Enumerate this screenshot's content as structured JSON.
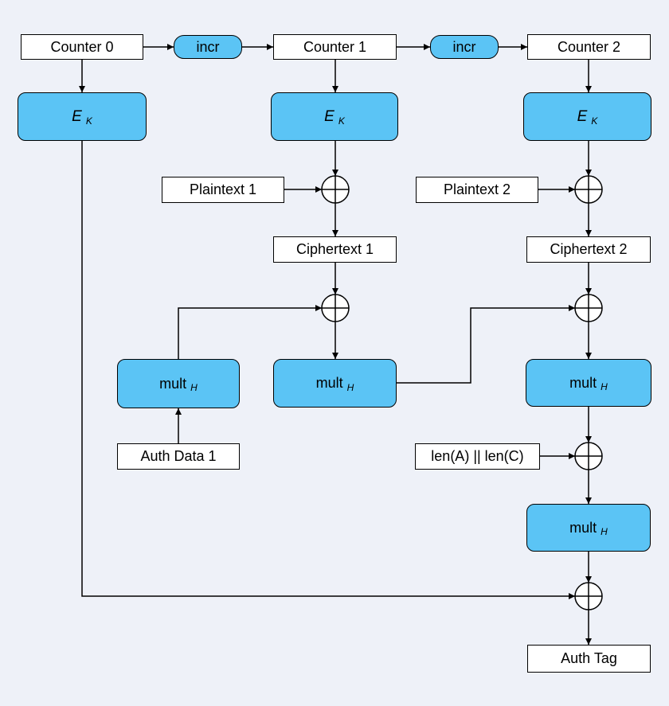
{
  "counters": [
    "Counter 0",
    "Counter 1",
    "Counter 2"
  ],
  "incr_label": "incr",
  "encrypt": {
    "main": "E",
    "sub": "K"
  },
  "plaintexts": [
    "Plaintext 1",
    "Plaintext 2"
  ],
  "ciphertexts": [
    "Ciphertext 1",
    "Ciphertext 2"
  ],
  "mult": {
    "main": "mult",
    "sub": "H"
  },
  "auth_data": "Auth Data 1",
  "len_block": "len(A) || len(C)",
  "auth_tag": "Auth Tag",
  "colors": {
    "function_fill": "#5bc4f5",
    "box_fill": "#ffffff",
    "line": "#000000",
    "background": "#eef1f8"
  }
}
